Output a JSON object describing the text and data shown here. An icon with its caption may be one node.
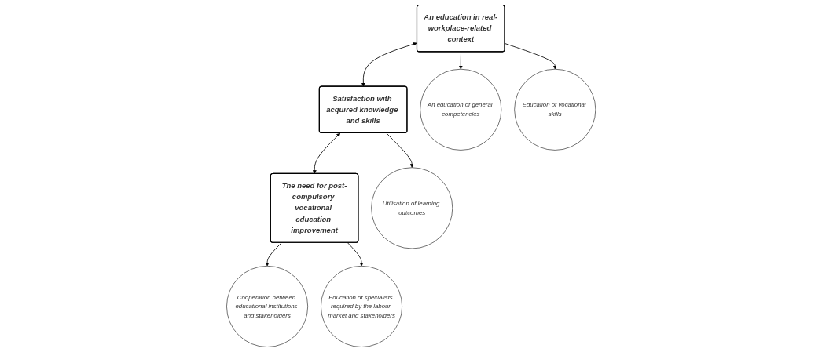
{
  "diagram": {
    "nodes": [
      {
        "text": [
          "An education in real-workplace-related context"
        ]
      },
      {
        "text": [
          "Satisfaction with acquired knowledge and skills"
        ]
      },
      {
        "text": [
          "The need for post-compulsory vocational education improvement"
        ]
      },
      {
        "text": [
          "An education of general competencies"
        ]
      },
      {
        "text": [
          "Education of vocational skills"
        ]
      },
      {
        "text": [
          "Utilisation of learning outcomes"
        ]
      },
      {
        "text": [
          "Cooperation between educational institutions and stakeholders"
        ]
      },
      {
        "text": [
          "Education of specialists required by the labour market and stakeholders"
        ]
      }
    ],
    "edges": [
      {
        "from": 0,
        "to": 1,
        "arrow": "both"
      },
      {
        "from": 1,
        "to": 2,
        "arrow": "both"
      },
      {
        "from": 0,
        "to": 3,
        "arrow": "to"
      },
      {
        "from": 0,
        "to": 4,
        "arrow": "to"
      },
      {
        "from": 1,
        "to": 5,
        "arrow": "to"
      },
      {
        "from": 2,
        "to": 6,
        "arrow": "to"
      },
      {
        "from": 2,
        "to": 7,
        "arrow": "to"
      }
    ]
  }
}
